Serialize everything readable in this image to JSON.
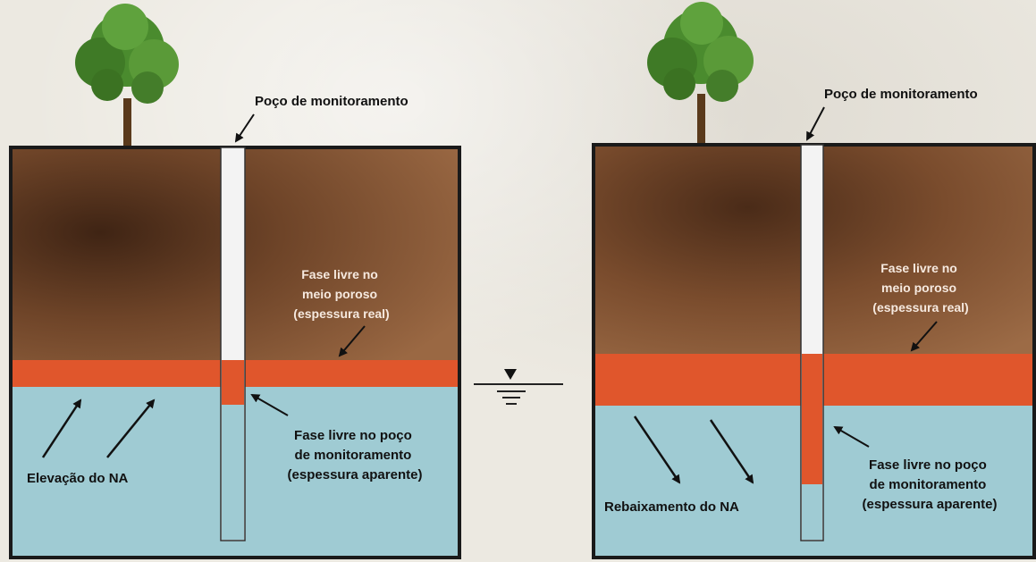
{
  "left_panel": {
    "well_label": "Poço de monitoramento",
    "soil_label_lines": [
      "Fase livre no",
      "meio poroso",
      "(espessura real)"
    ],
    "well_label_lines": [
      "Fase livre no poço",
      "de monitoramento",
      "(espessura aparente)"
    ],
    "water_table_label": "Elevação do NA"
  },
  "right_panel": {
    "well_label": "Poço de monitoramento",
    "soil_label_lines": [
      "Fase  livre no",
      "meio poroso",
      "(espessura real)"
    ],
    "well_label_lines": [
      "Fase livre no poço",
      "de monitoramento",
      "(espessura aparente)"
    ],
    "water_table_label": "Rebaixamento do NA"
  },
  "colors": {
    "soil_dark": "#5b3620",
    "soil_light": "#8b5a38",
    "free_phase": "#e0562c",
    "water": "#9fcbd3",
    "well_casing": "#f3f3f3",
    "outline": "#1a1a1a",
    "tree_foliage": "#4a8b2e"
  },
  "icons": {
    "water_table_symbol": "water-table-triangle-icon",
    "tree": "tree-icon"
  }
}
